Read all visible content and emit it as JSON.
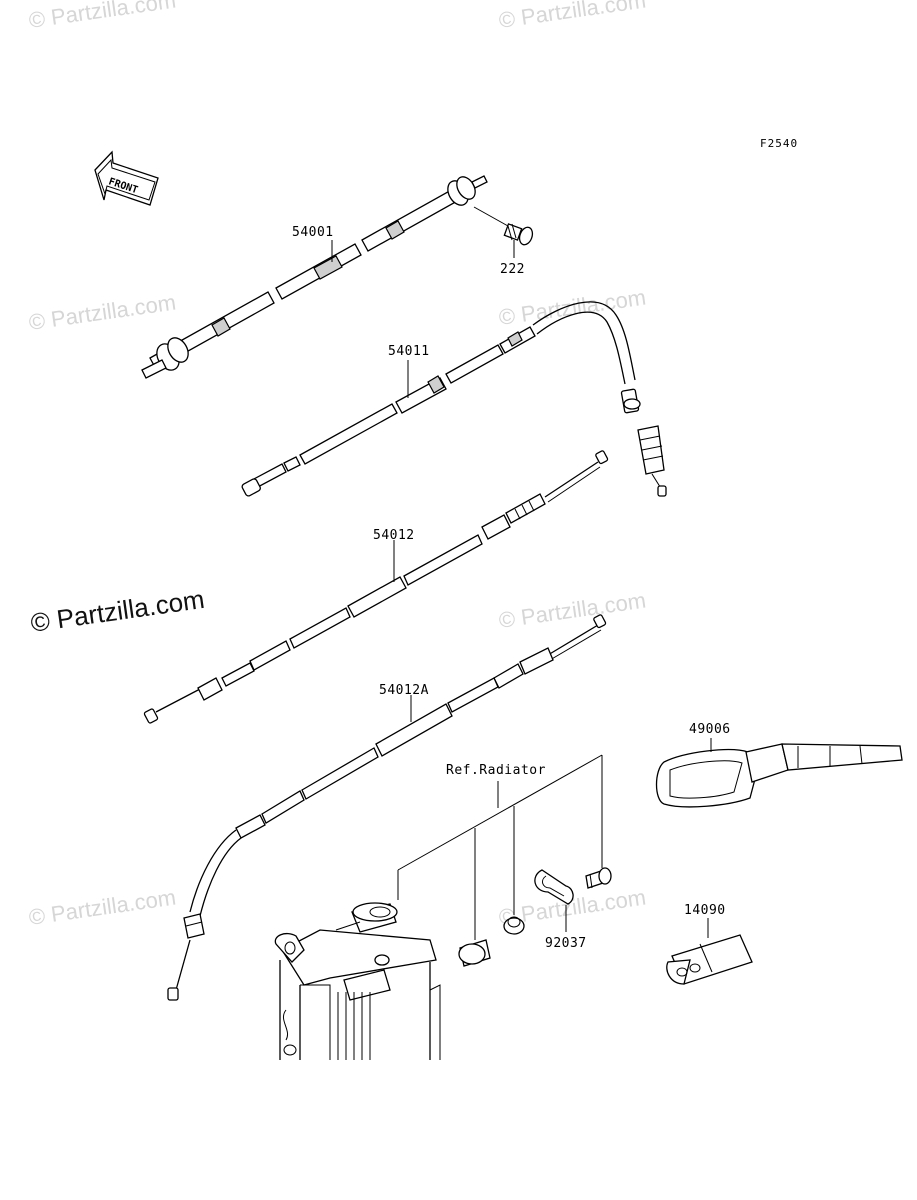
{
  "figure_code": "F2540",
  "front_arrow_label": "FRONT",
  "parts": {
    "p54001": "54001",
    "p222": "222",
    "p54011": "54011",
    "p54012": "54012",
    "p54012A": "54012A",
    "p49006": "49006",
    "p14090": "14090",
    "p92037": "92037",
    "ref_radiator": "Ref.Radiator"
  },
  "watermarks": {
    "faint": "© Partzilla.com",
    "main": "© Partzilla.com"
  },
  "colors": {
    "line": "#000000",
    "watermark_faint": "#d6d6d6",
    "watermark_main": "#111111",
    "background": "#ffffff"
  }
}
